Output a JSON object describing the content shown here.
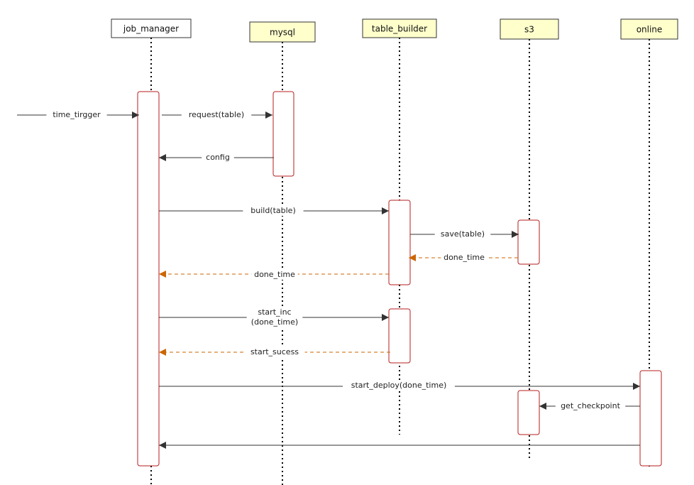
{
  "diagram": {
    "participants": [
      {
        "id": "job_manager",
        "label": "job_manager",
        "fill": "#ffffff",
        "stroke": "#333333"
      },
      {
        "id": "mysql",
        "label": "mysql",
        "fill": "#ffffcc",
        "stroke": "#333333"
      },
      {
        "id": "table_builder",
        "label": "table_builder",
        "fill": "#ffffcc",
        "stroke": "#333333"
      },
      {
        "id": "s3",
        "label": "s3",
        "fill": "#ffffcc",
        "stroke": "#333333"
      },
      {
        "id": "online",
        "label": "online",
        "fill": "#ffffcc",
        "stroke": "#333333"
      }
    ],
    "messages": [
      {
        "from": "",
        "to": "job_manager",
        "label": "time_tirgger",
        "style": "solid",
        "color": "#333333"
      },
      {
        "from": "job_manager",
        "to": "mysql",
        "label": "request(table)",
        "style": "solid",
        "color": "#333333"
      },
      {
        "from": "mysql",
        "to": "job_manager",
        "label": "config",
        "style": "solid",
        "color": "#333333"
      },
      {
        "from": "job_manager",
        "to": "table_builder",
        "label": "build(table)",
        "style": "solid",
        "color": "#333333"
      },
      {
        "from": "table_builder",
        "to": "s3",
        "label": "save(table)",
        "style": "solid",
        "color": "#333333"
      },
      {
        "from": "s3",
        "to": "table_builder",
        "label": "done_time",
        "style": "dashed",
        "color": "#cc6600"
      },
      {
        "from": "table_builder",
        "to": "job_manager",
        "label": "done_time",
        "style": "dashed",
        "color": "#cc6600"
      },
      {
        "from": "job_manager",
        "to": "table_builder",
        "label": "start_inc\n(done_time)",
        "style": "solid",
        "color": "#333333"
      },
      {
        "from": "table_builder",
        "to": "job_manager",
        "label": "start_sucess",
        "style": "dashed",
        "color": "#cc6600"
      },
      {
        "from": "job_manager",
        "to": "online",
        "label": "start_deploy(done_time)",
        "style": "solid",
        "color": "#333333"
      },
      {
        "from": "online",
        "to": "s3",
        "label": "get_checkpoint",
        "style": "solid",
        "color": "#333333"
      },
      {
        "from": "online",
        "to": "job_manager",
        "label": "",
        "style": "solid",
        "color": "#333333"
      }
    ]
  }
}
